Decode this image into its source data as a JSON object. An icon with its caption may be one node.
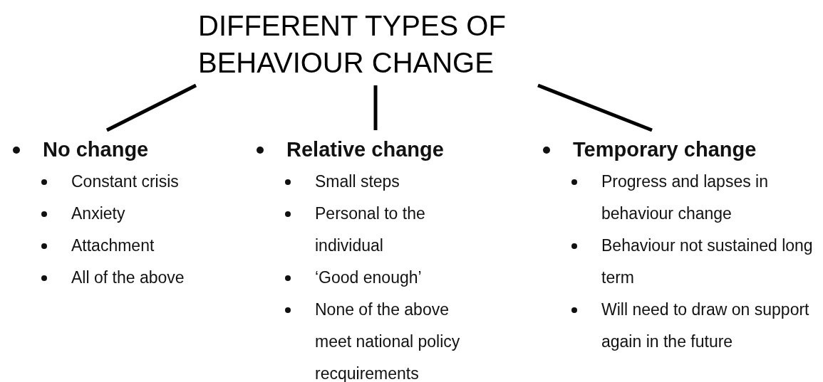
{
  "diagram": {
    "nodes": [
      {
        "text": [
          "DIFFERENT TYPES OF BEHAVIOUR CHANGE"
        ]
      },
      {
        "text": [
          "No change",
          "Constant crisis",
          "Anxiety",
          "Attachment",
          "All of the above"
        ]
      },
      {
        "text": [
          "Relative change",
          "Small steps",
          "Personal to the individual",
          "‘Good enough’",
          "None of the above meet national policy recquirements"
        ]
      },
      {
        "text": [
          "Temporary change",
          "Progress and lapses in behaviour change",
          "Behaviour not sustained long term",
          "Will need to draw on support again in the future"
        ]
      }
    ],
    "edges": [
      {
        "from": 0,
        "to": 1,
        "arrow": "none"
      },
      {
        "from": 0,
        "to": 2,
        "arrow": "none"
      },
      {
        "from": 0,
        "to": 3,
        "arrow": "none"
      }
    ]
  }
}
